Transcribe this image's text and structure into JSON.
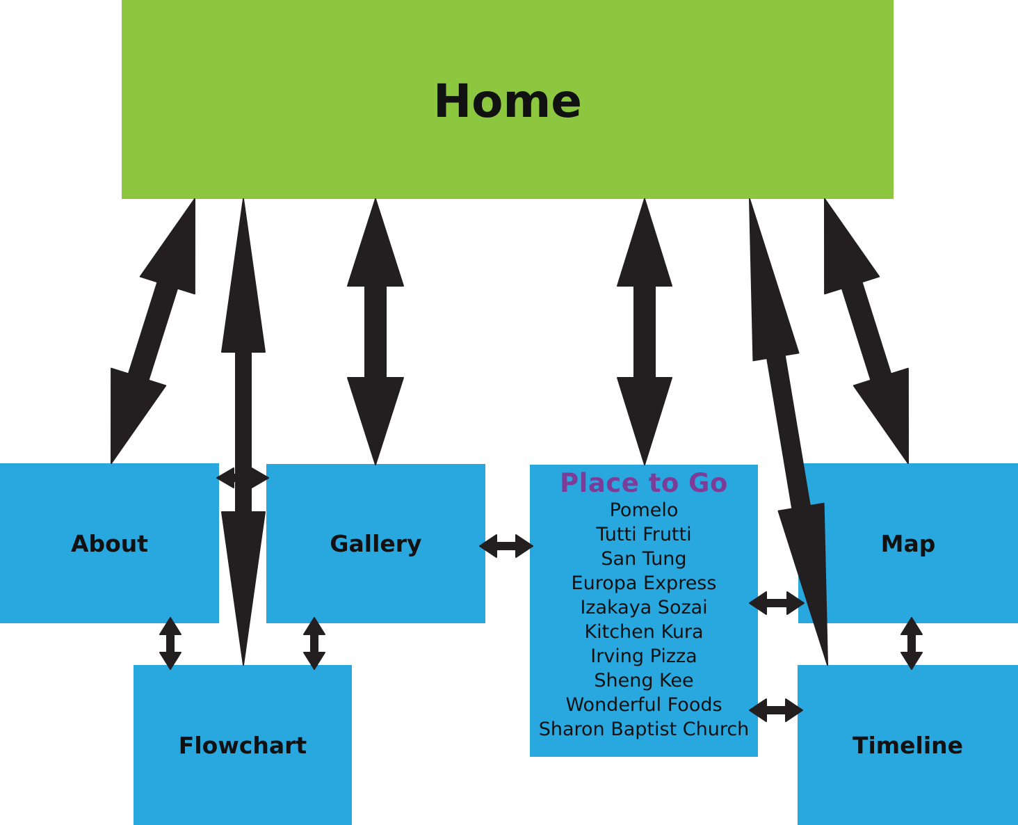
{
  "colors": {
    "home": "#8dc63f",
    "page": "#29a8e0",
    "arrow": "#231f20",
    "places_title": "#7d3c98"
  },
  "nodes": {
    "home": "Home",
    "about": "About",
    "gallery": "Gallery",
    "flowchart": "Flowchart",
    "map": "Map",
    "timeline": "Timeline",
    "places": {
      "title": "Place to Go",
      "items": [
        "Pomelo",
        "Tutti Frutti",
        "San Tung",
        "Europa Express",
        "Izakaya Sozai",
        "Kitchen Kura",
        "Irving Pizza",
        "Sheng Kee",
        "Wonderful Foods",
        "Sharon Baptist Church"
      ]
    }
  },
  "edges": [
    {
      "from": "home",
      "to": "about"
    },
    {
      "from": "home",
      "to": "flowchart"
    },
    {
      "from": "home",
      "to": "gallery"
    },
    {
      "from": "home",
      "to": "places"
    },
    {
      "from": "home",
      "to": "timeline"
    },
    {
      "from": "home",
      "to": "map"
    },
    {
      "from": "about",
      "to": "gallery"
    },
    {
      "from": "about",
      "to": "flowchart"
    },
    {
      "from": "gallery",
      "to": "flowchart"
    },
    {
      "from": "gallery",
      "to": "places"
    },
    {
      "from": "places",
      "to": "map"
    },
    {
      "from": "places",
      "to": "timeline"
    },
    {
      "from": "map",
      "to": "timeline"
    }
  ]
}
